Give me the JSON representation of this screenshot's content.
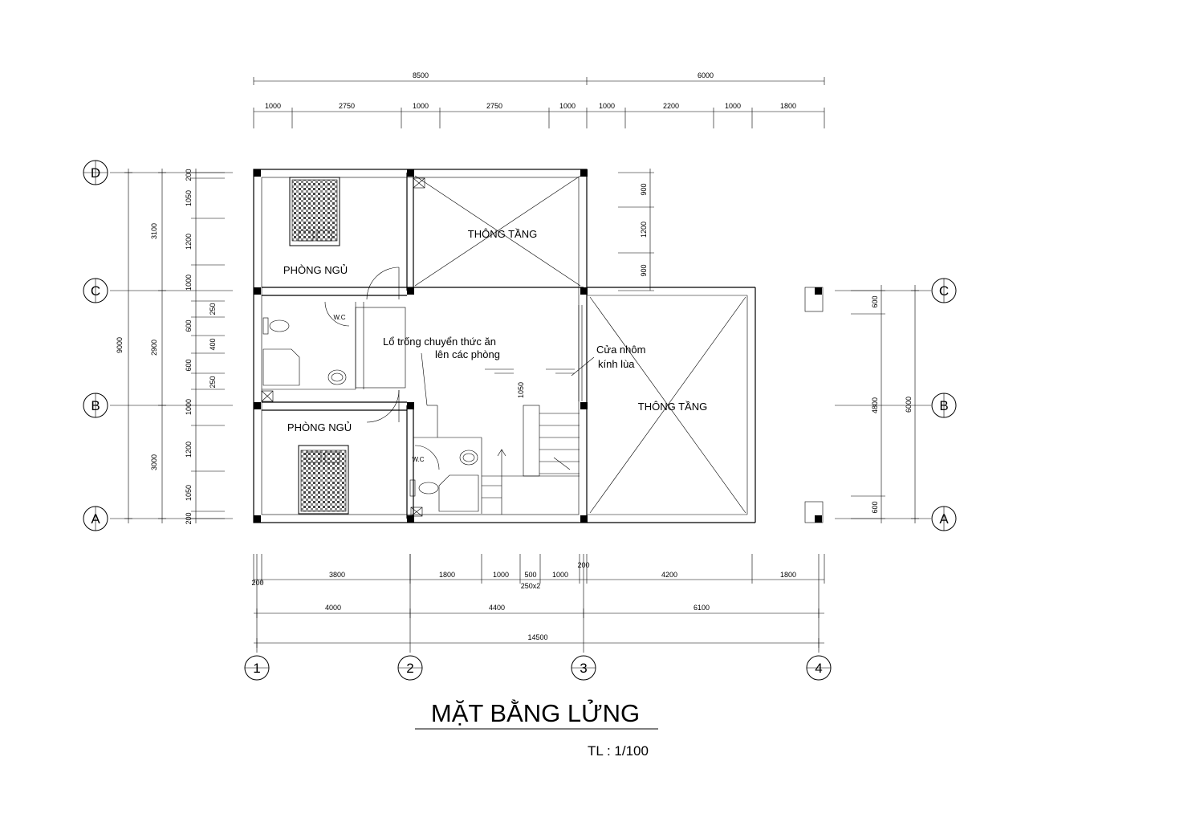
{
  "title": "MẶT BẰNG LỬNG",
  "scale": "TL : 1/100",
  "rooms": {
    "bedroom_top": "PHÒNG NGỦ",
    "bedroom_bottom": "PHÒNG NGỦ",
    "void_top": "THÔNG TẦNG",
    "void_right": "THÔNG TẦNG",
    "wc_top": "W.C",
    "wc_bottom": "W.C"
  },
  "notes": {
    "food_line1": "Lổ trống chuyển thức ăn",
    "food_line2": "lên các phòng",
    "door_line1": "Cửa nhôm",
    "door_line2": "kính lùa"
  },
  "grid": {
    "rows": [
      "D",
      "C",
      "B",
      "A"
    ],
    "rows_right": [
      "C",
      "B",
      "A"
    ],
    "cols": [
      "1",
      "2",
      "3",
      "4"
    ]
  },
  "dims": {
    "top_total": [
      "8500",
      "6000"
    ],
    "top_detail": [
      "1000",
      "2750",
      "1000",
      "2750",
      "1000",
      "1000",
      "2200",
      "1000",
      "1800"
    ],
    "bottom_detail": [
      "200",
      "3800",
      "1800",
      "1000",
      "500",
      "1000",
      "200",
      "4200",
      "1800"
    ],
    "stair": "250x2",
    "bottom_axis": [
      "4000",
      "4400",
      "6100"
    ],
    "bottom_total": "14500",
    "left_total": "9000",
    "left_axis": [
      "3100",
      "2900",
      "3000"
    ],
    "left_detail": [
      "200",
      "1050",
      "1200",
      "1000",
      "250",
      "600",
      "400",
      "600",
      "250",
      "1000",
      "1200",
      "1050",
      "200"
    ],
    "mid_vertical": [
      "900",
      "1200",
      "900"
    ],
    "stair_height": "1050",
    "right_total": "6000",
    "right_detail": [
      "600",
      "4800",
      "600"
    ]
  }
}
